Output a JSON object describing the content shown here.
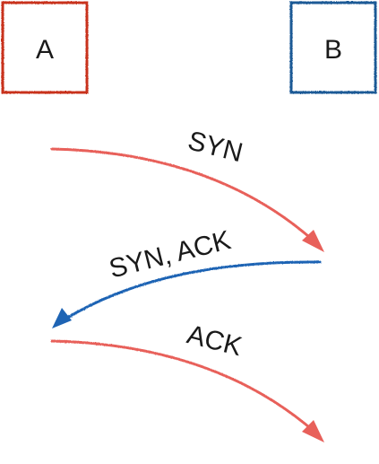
{
  "colors": {
    "participant_a": "#c8321e",
    "participant_b": "#1f5a96",
    "message_red": "#e8605a",
    "message_blue": "#1e64b4"
  },
  "participants": [
    {
      "label": "A"
    },
    {
      "label": "B"
    }
  ],
  "messages": [
    {
      "label": "SYN",
      "from": "A",
      "to": "B"
    },
    {
      "label": "SYN, ACK",
      "from": "B",
      "to": "A"
    },
    {
      "label": "ACK",
      "from": "A",
      "to": "B"
    }
  ]
}
